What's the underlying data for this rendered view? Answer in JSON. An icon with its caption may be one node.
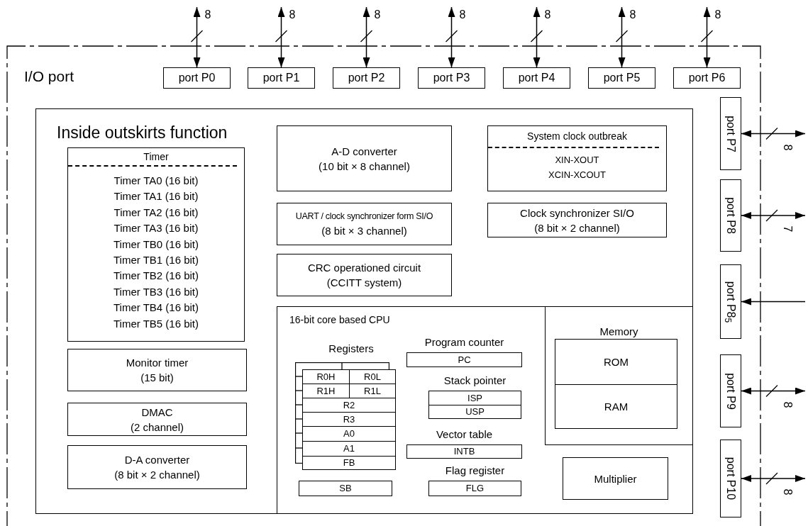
{
  "diagram": {
    "nodes": [
      {
        "text": [
          "I/O port"
        ]
      },
      {
        "text": [
          "port P0"
        ],
        "in": 0
      },
      {
        "text": [
          "port P1"
        ],
        "in": 0
      },
      {
        "text": [
          "port P2"
        ],
        "in": 0
      },
      {
        "text": [
          "port P3"
        ],
        "in": 0
      },
      {
        "text": [
          "port P4"
        ],
        "in": 0
      },
      {
        "text": [
          "port P5"
        ],
        "in": 0
      },
      {
        "text": [
          "port P6"
        ],
        "in": 0
      },
      {
        "text": [
          "port P7"
        ],
        "in": 0
      },
      {
        "text": [
          "port P8"
        ],
        "in": 0
      },
      {
        "text": [
          "port P8$_{5}$"
        ],
        "in": 0
      },
      {
        "text": [
          "port P9"
        ],
        "in": 0
      },
      {
        "text": [
          "port P10"
        ],
        "in": 0
      },
      {
        "text": [
          "Inside outskirts function"
        ],
        "in": 0
      },
      {
        "text": [
          "Timer",
          "Timer TA0 (16 bit)",
          "Timer TA1 (16 bit)",
          "Timer TA2 (16 bit)",
          "Timer TA3 (16 bit)",
          "Timer TB0 (16 bit)",
          "Timer TB1 (16 bit)",
          "Timer TB2 (16 bit)",
          "Timer TB3 (16 bit)",
          "Timer TB4 (16 bit)",
          "Timer TB5 (16 bit)"
        ],
        "in": 13
      },
      {
        "text": [
          "Monitor timer",
          "(15 bit)"
        ],
        "in": 13
      },
      {
        "text": [
          "DMAC",
          "(2 channel)"
        ],
        "in": 13
      },
      {
        "text": [
          "D-A converter",
          "(8 bit × 2 channel)"
        ],
        "in": 13
      },
      {
        "text": [
          "A-D converter",
          "(10 bit × 8 channel)"
        ],
        "in": 13
      },
      {
        "text": [
          "UART / clock synchronizer form SI/O",
          "(8 bit × 3 channel)"
        ],
        "in": 13
      },
      {
        "text": [
          "CRC operationed circuit",
          "(CCITT system)"
        ],
        "in": 13
      },
      {
        "text": [
          "System clock outbreak",
          "XIN-XOUT",
          "XCIN-XCOUT"
        ],
        "in": 13
      },
      {
        "text": [
          "Clock synchronizer SI/O",
          "(8 bit × 2 channel)"
        ],
        "in": 13
      },
      {
        "text": [
          "16-bit core based CPU"
        ],
        "in": 13
      },
      {
        "text": [
          "R0H"
        ],
        "in": 23
      },
      {
        "text": [
          "R0L"
        ],
        "in": 23
      },
      {
        "text": [
          "R1H"
        ],
        "in": 23
      },
      {
        "text": [
          "R1L"
        ],
        "in": 23
      },
      {
        "text": [
          "R2"
        ],
        "in": 23
      },
      {
        "text": [
          "R3"
        ],
        "in": 23
      },
      {
        "text": [
          "A0"
        ],
        "in": 23
      },
      {
        "text": [
          "A1"
        ],
        "in": 23
      },
      {
        "text": [
          "FB"
        ],
        "in": 23
      },
      {
        "text": [
          "SB"
        ],
        "in": 23
      },
      {
        "text": [
          "PC"
        ],
        "in": 23,
        "beside": [
          "Program counter"
        ]
      },
      {
        "text": [
          "ISP"
        ],
        "in": 23,
        "beside": [
          "Stack pointer"
        ]
      },
      {
        "text": [
          "USP"
        ],
        "in": 23
      },
      {
        "text": [
          "INTB"
        ],
        "in": 23,
        "beside": [
          "Vector table"
        ]
      },
      {
        "text": [
          "FLG"
        ],
        "in": 23,
        "beside": [
          "Flag register"
        ]
      },
      {
        "text": [
          "Memory"
        ],
        "in": 23
      },
      {
        "text": [
          "ROM"
        ],
        "in": 39
      },
      {
        "text": [
          "RAM"
        ],
        "in": 39
      },
      {
        "text": [
          "Multiplier"
        ],
        "in": 23
      }
    ],
    "edges": [
      {
        "from": null,
        "to": 1,
        "arrow": "both",
        "label": "8"
      },
      {
        "from": null,
        "to": 2,
        "arrow": "both",
        "label": "8"
      },
      {
        "from": null,
        "to": 3,
        "arrow": "both",
        "label": "8"
      },
      {
        "from": null,
        "to": 4,
        "arrow": "both",
        "label": "8"
      },
      {
        "from": null,
        "to": 5,
        "arrow": "both",
        "label": "8"
      },
      {
        "from": null,
        "to": 6,
        "arrow": "both",
        "label": "8"
      },
      {
        "from": null,
        "to": 7,
        "arrow": "both",
        "label": "8"
      },
      {
        "from": null,
        "to": 8,
        "arrow": "both",
        "label": "8"
      },
      {
        "from": null,
        "to": 9,
        "arrow": "both",
        "label": "7"
      },
      {
        "from": null,
        "to": 10,
        "arrow": "to"
      },
      {
        "from": null,
        "to": 11,
        "arrow": "both",
        "label": "8"
      },
      {
        "from": null,
        "to": 12,
        "arrow": "both",
        "label": "8"
      }
    ],
    "labels": [
      "Registers"
    ]
  }
}
